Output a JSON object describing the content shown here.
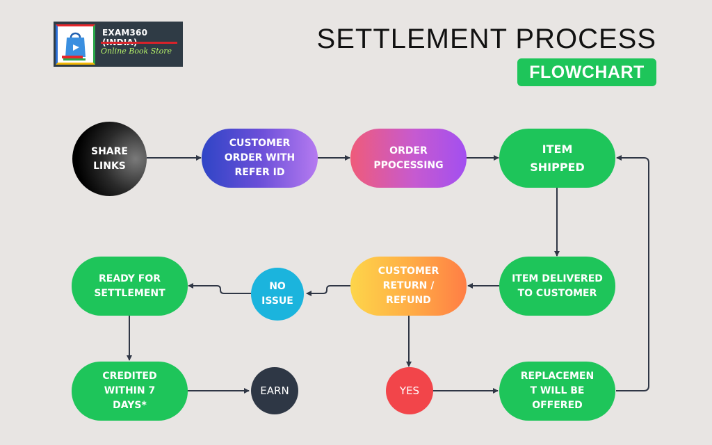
{
  "logo": {
    "title": "EXAM360 (INDIA)",
    "subtitle": "Online Book Store"
  },
  "header": {
    "title": "SETTLEMENT PROCESS",
    "badge": "FLOWCHART"
  },
  "colors": {
    "background": "#e8e5e3",
    "green": "#1ec55a",
    "connector": "#2f3645"
  },
  "nodes": {
    "share_links": "SHARE\nLINKS",
    "customer_order": "CUSTOMER\nORDER WITH\nREFER ID",
    "order_processing": "ORDER\nPPOCESSING",
    "item_shipped": "ITEM\nSHIPPED",
    "item_delivered": "ITEM DELIVERED\nTO CUSTOMER",
    "customer_return": "CUSTOMER\nRETURN /\nREFUND",
    "no_issue": "NO\nISSUE",
    "ready_settlement": "READY FOR\nSETTLEMENT",
    "credited": "CREDITED\nWITHIN 7\nDAYS*",
    "earn": "EARN",
    "yes": "YES",
    "replacement": "REPLACEMEN\nT WILL BE\nOFFERED"
  }
}
